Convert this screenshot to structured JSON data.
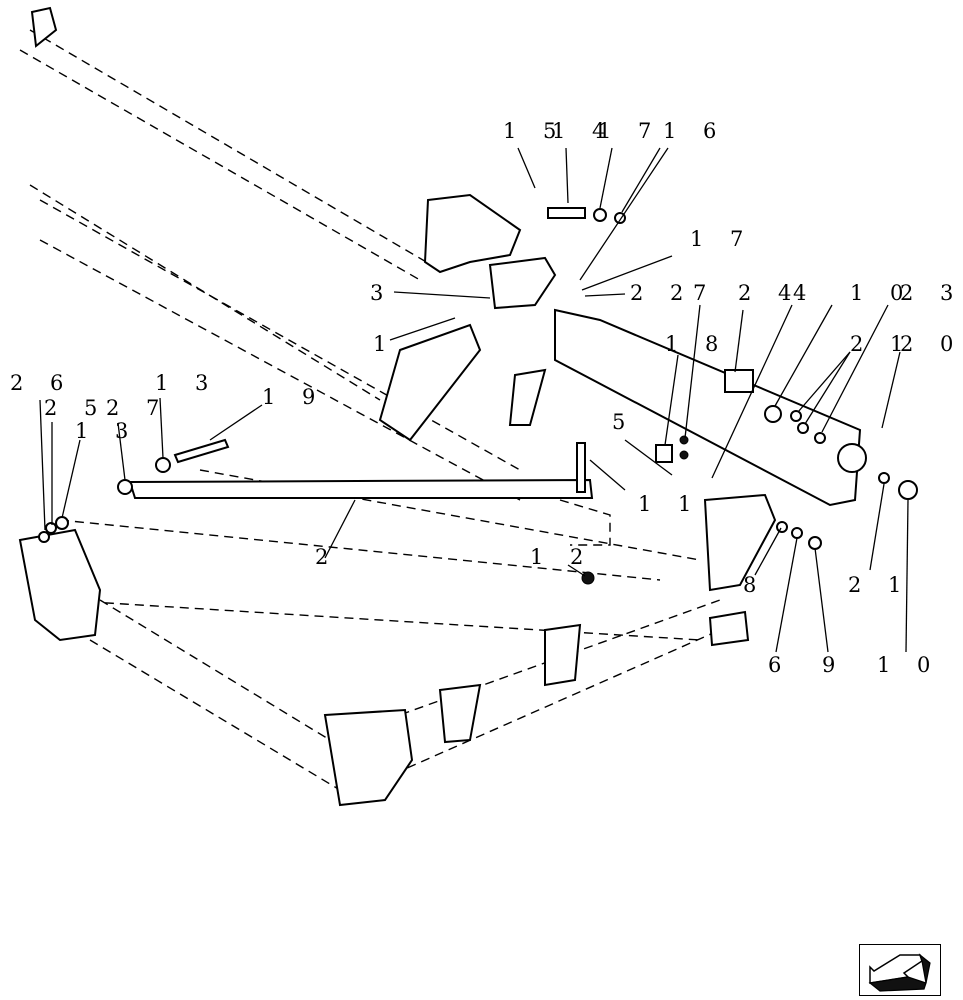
{
  "callouts": [
    {
      "id": "c15",
      "text": "1 5"
    },
    {
      "id": "c14",
      "text": "1 4"
    },
    {
      "id": "c17a",
      "text": "1 7"
    },
    {
      "id": "c16",
      "text": "1 6"
    },
    {
      "id": "c17b",
      "text": "1 7"
    },
    {
      "id": "c3",
      "text": "3"
    },
    {
      "id": "c22",
      "text": "2 2"
    },
    {
      "id": "c7",
      "text": "7"
    },
    {
      "id": "c24",
      "text": "2 4"
    },
    {
      "id": "c4",
      "text": "4"
    },
    {
      "id": "c10a",
      "text": "1 0"
    },
    {
      "id": "c23",
      "text": "2 3"
    },
    {
      "id": "c1",
      "text": "1"
    },
    {
      "id": "c18",
      "text": "1 8"
    },
    {
      "id": "c21a",
      "text": "2 1"
    },
    {
      "id": "c20",
      "text": "2 0"
    },
    {
      "id": "c26",
      "text": "2 6"
    },
    {
      "id": "c13a",
      "text": "1 3"
    },
    {
      "id": "c19",
      "text": "1 9"
    },
    {
      "id": "c25",
      "text": "2 5"
    },
    {
      "id": "c27",
      "text": "2 7"
    },
    {
      "id": "c13b",
      "text": "1 3"
    },
    {
      "id": "c5",
      "text": "5"
    },
    {
      "id": "c11",
      "text": "1 1"
    },
    {
      "id": "c2",
      "text": "2"
    },
    {
      "id": "c12",
      "text": "1 2"
    },
    {
      "id": "c8",
      "text": "8"
    },
    {
      "id": "c21b",
      "text": "2 1"
    },
    {
      "id": "c6",
      "text": "6"
    },
    {
      "id": "c9",
      "text": "9"
    },
    {
      "id": "c10b",
      "text": "1 0"
    }
  ],
  "icons": {
    "navigation": "return-arrow-icon"
  }
}
